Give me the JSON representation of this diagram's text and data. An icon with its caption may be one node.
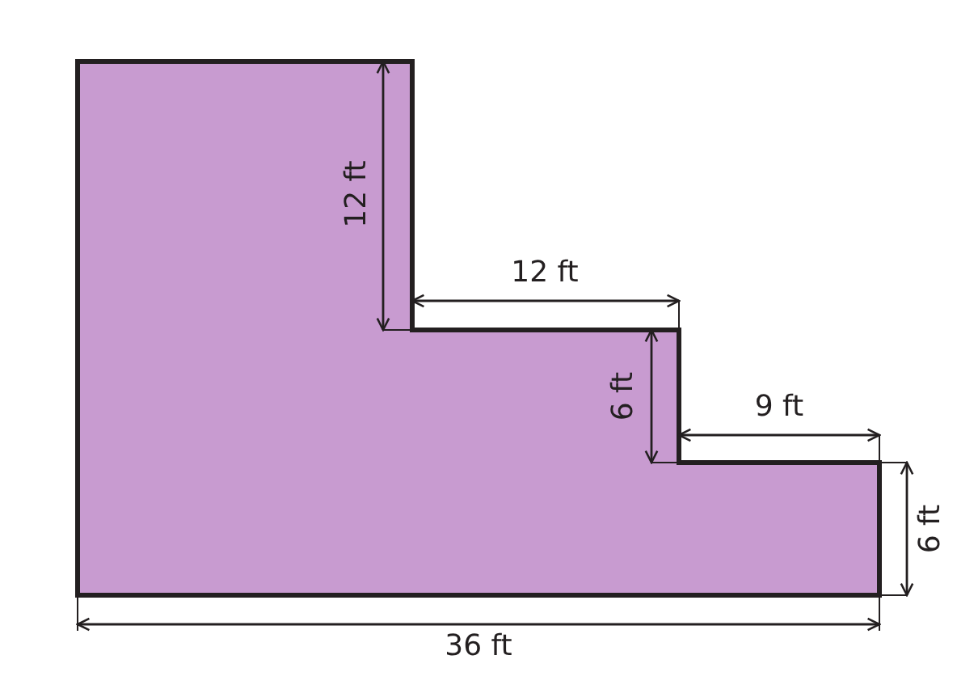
{
  "diagram": {
    "labels": [
      "12 ft",
      "12 ft",
      "6 ft",
      "9 ft",
      "6 ft",
      "36 ft"
    ]
  }
}
